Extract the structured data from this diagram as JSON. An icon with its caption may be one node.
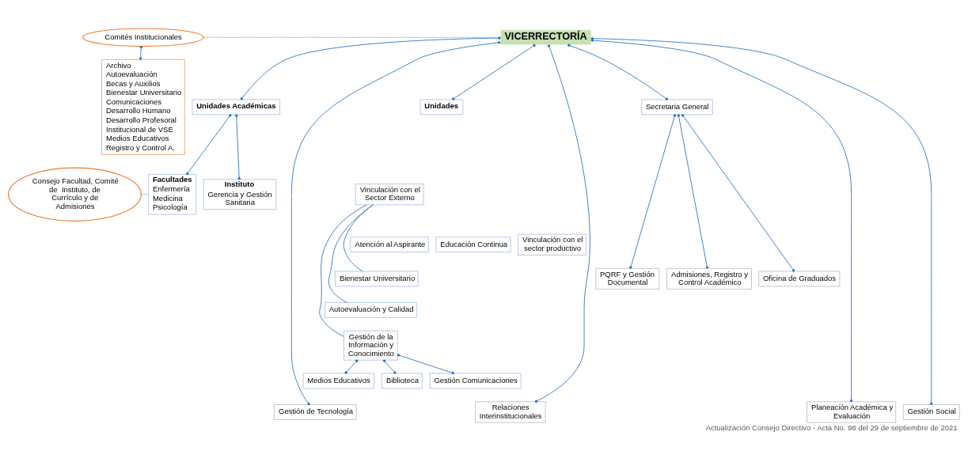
{
  "diagram": {
    "caption": "Actualización Consejo Directivo - Acta No. 98 del 29 de septiembre de 2021",
    "nodes": [
      {
        "text": [
          "Archivo",
          "Autoevaluación",
          "Becas y Auxilios",
          "Bienestar Universitario",
          "Comunicaciones",
          "Desarrollo Humano",
          "Desarrollo Profesoral",
          "Institucional de VSE",
          "Medios Educativos",
          "Registro y Control A."
        ]
      },
      {
        "text": [
          "Comités Institucionales"
        ]
      },
      {
        "text": [
          "VICERRECTORÍA"
        ]
      },
      {
        "text": [
          "Unidades Académicas"
        ]
      },
      {
        "text": [
          "Consejo Facultad, Comité de  Instituto, de Currículo y de Admisiones"
        ]
      },
      {
        "text": [
          "Facultades",
          "Enfermería",
          "Medicina",
          "Psicología"
        ]
      },
      {
        "text": [
          "Instituto",
          "Gerencia y Gestión Sanitaria"
        ]
      },
      {
        "text": [
          "Unidades"
        ]
      },
      {
        "text": [
          "Vinculación con el Sector Externo"
        ]
      },
      {
        "text": [
          "Atención al Aspirante"
        ]
      },
      {
        "text": [
          "Educación Continua"
        ]
      },
      {
        "text": [
          "Vinculación con el sector productivo"
        ]
      },
      {
        "text": [
          "Bienestar Universitario"
        ]
      },
      {
        "text": [
          "Autoevaluación y Calidad"
        ]
      },
      {
        "text": [
          "Gestión de la Información y Conocimiento"
        ]
      },
      {
        "text": [
          "Medios Educativos"
        ]
      },
      {
        "text": [
          "Biblioteca"
        ]
      },
      {
        "text": [
          "Gestión Comunicaciones"
        ]
      },
      {
        "text": [
          "Secretaria General"
        ]
      },
      {
        "text": [
          "Gestión de Tecnología"
        ]
      },
      {
        "text": [
          "Planeación Académica y Evaluación"
        ]
      },
      {
        "text": [
          "Relaciones Interinstitucionales"
        ]
      },
      {
        "text": [
          "Gestión Social"
        ]
      },
      {
        "text": [
          "PQRF y Gestión Documental"
        ]
      },
      {
        "text": [
          "Admisiones, Registro y Control Académico"
        ]
      },
      {
        "text": [
          "Oficina de Graduados"
        ]
      }
    ],
    "edges": [
      {
        "from": 1,
        "to": 0,
        "arrow": "other"
      },
      {
        "from": 1,
        "to": 2,
        "arrow": "none",
        "style": "dashed"
      },
      {
        "from": 2,
        "to": 3,
        "arrow": "other"
      },
      {
        "from": 2,
        "to": 7,
        "arrow": "other"
      },
      {
        "from": 2,
        "to": 18,
        "arrow": "other"
      },
      {
        "from": 3,
        "to": 5,
        "arrow": "other"
      },
      {
        "from": 3,
        "to": 6,
        "arrow": "other"
      },
      {
        "from": 4,
        "to": 5,
        "arrow": "none",
        "style": "dashed"
      },
      {
        "from": 8,
        "to": 12,
        "arrow": "none"
      },
      {
        "from": 8,
        "to": 13,
        "arrow": "none"
      },
      {
        "from": 8,
        "to": 14,
        "arrow": "none"
      },
      {
        "from": 14,
        "to": 15,
        "arrow": "other"
      },
      {
        "from": 14,
        "to": 16,
        "arrow": "other"
      },
      {
        "from": 14,
        "to": 17,
        "arrow": "other"
      },
      {
        "from": 2,
        "to": 19,
        "arrow": "other"
      },
      {
        "from": 2,
        "to": 20,
        "arrow": "other"
      },
      {
        "from": 2,
        "to": 21,
        "arrow": "other"
      },
      {
        "from": 2,
        "to": 22,
        "arrow": "other"
      },
      {
        "from": 18,
        "to": 23,
        "arrow": "other"
      },
      {
        "from": 18,
        "to": 24,
        "arrow": "other"
      },
      {
        "from": 18,
        "to": 25,
        "arrow": "other"
      }
    ]
  }
}
